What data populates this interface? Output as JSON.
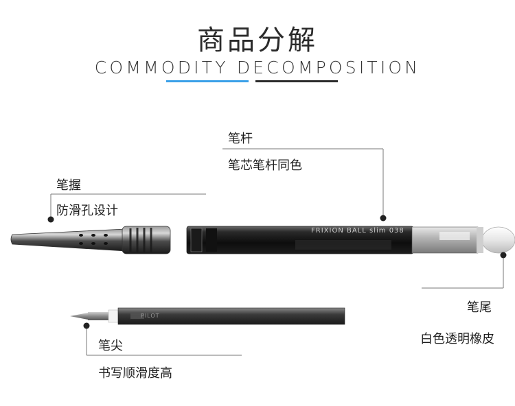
{
  "header": {
    "title": "商品分解",
    "subtitle": "COMMODITY DECOMPOSITION",
    "accent_blue": "#3aa0e8",
    "accent_dark": "#2b2b2b"
  },
  "callouts": {
    "barrel": {
      "name": "笔杆",
      "desc": "笔芯笔杆同色"
    },
    "grip": {
      "name": "笔握",
      "desc": "防滑孔设计"
    },
    "tail": {
      "name": "笔尾",
      "desc": "白色透明橡皮"
    },
    "tip": {
      "name": "笔尖",
      "desc": "书写顺滑度高"
    }
  },
  "pen": {
    "barrel_print": "FRIXION BALL slim 038",
    "refill_print": "PILOT"
  }
}
